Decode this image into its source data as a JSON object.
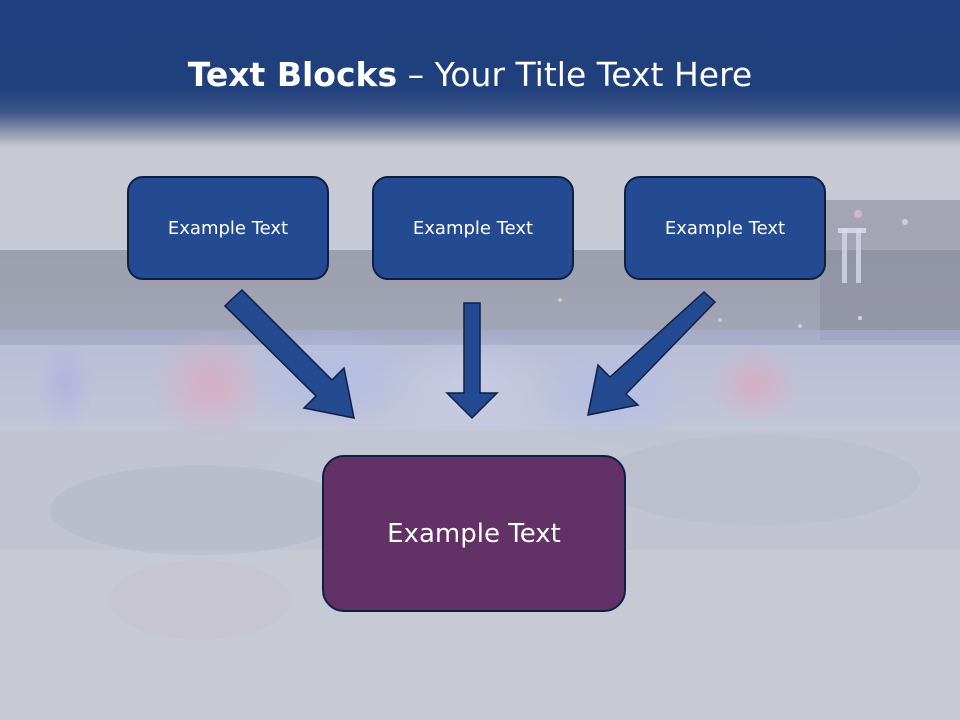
{
  "title": {
    "bold": "Text Blocks",
    "rest": " – Your Title Text Here"
  },
  "blocks": {
    "top": [
      "Example Text",
      "Example Text",
      "Example Text"
    ],
    "main": "Example Text"
  },
  "colors": {
    "header": "#1f3f7e",
    "top_box": "#244b91",
    "main_box": "#623166",
    "arrow": "#244b91",
    "border": "#0f1f44"
  }
}
